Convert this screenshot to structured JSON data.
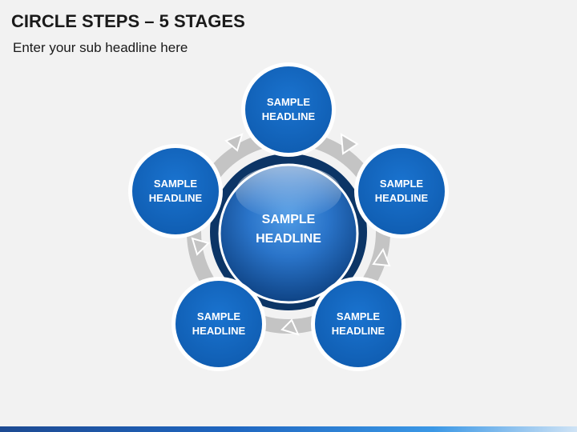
{
  "slide": {
    "title": "CIRCLE STEPS – 5 STAGES",
    "subtitle": "Enter your sub headline here"
  },
  "center": {
    "line1": "SAMPLE",
    "line2": "HEADLINE"
  },
  "stages": [
    {
      "line1": "SAMPLE",
      "line2": "HEADLINE"
    },
    {
      "line1": "SAMPLE",
      "line2": "HEADLINE"
    },
    {
      "line1": "SAMPLE",
      "line2": "HEADLINE"
    },
    {
      "line1": "SAMPLE",
      "line2": "HEADLINE"
    },
    {
      "line1": "SAMPLE",
      "line2": "HEADLINE"
    }
  ],
  "colors": {
    "stage_fill": "#1466c0",
    "center_dark": "#0d3f78",
    "ring": "#bfbfbf"
  }
}
